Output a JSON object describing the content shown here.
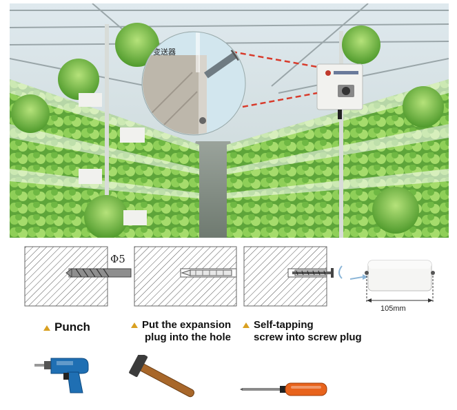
{
  "photo": {
    "sign_text": "变送器"
  },
  "steps": {
    "step1": {
      "label": "Punch",
      "dimension": "Φ5"
    },
    "step2": {
      "label_line1": "Put the expansion",
      "label_line2": "plug into the hole"
    },
    "step3": {
      "label_line1": "Self-tapping",
      "label_line2": "screw into screw plug"
    },
    "step4": {
      "dimension": "105mm"
    }
  },
  "tools": {
    "step1": "drill-icon",
    "step2": "hammer-icon",
    "step3": "screwdriver-icon"
  },
  "colors": {
    "bullet": "#d9a021",
    "drill_body": "#1f6fb3",
    "hammer_handle": "#a8672a",
    "screwdriver_handle": "#e8631c",
    "leader_line": "#d83a2a"
  }
}
